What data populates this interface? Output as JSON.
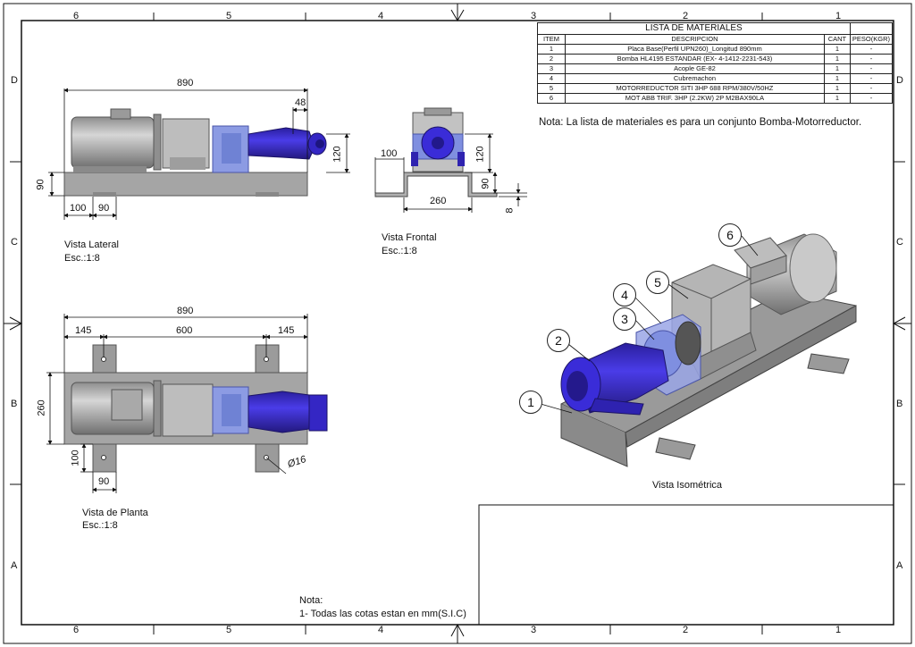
{
  "zones": {
    "columns": [
      "6",
      "5",
      "4",
      "3",
      "2",
      "1"
    ],
    "rows": [
      "D",
      "C",
      "B",
      "A"
    ]
  },
  "bom": {
    "title": "LISTA DE MATERIALES",
    "headers": [
      "ITEM",
      "DESCRIPCION",
      "CANT",
      "PESO(KGR)"
    ],
    "rows": [
      [
        "1",
        "Placa Base(Perfil UPN260)_Longitud 890mm",
        "1",
        "-"
      ],
      [
        "2",
        "Bomba HL4195 ESTANDAR (EX- 4-1412-2231-543)",
        "1",
        "-"
      ],
      [
        "3",
        "Acople GE-82",
        "1",
        "-"
      ],
      [
        "4",
        "Cubremachon",
        "1",
        "-"
      ],
      [
        "5",
        "MOTORREDUCTOR SITI 3HP 688 RPM/380V/50HZ",
        "1",
        "-"
      ],
      [
        "6",
        "MOT ABB TRIF. 3HP (2.2KW) 2P M2BAX90LA",
        "1",
        "-"
      ]
    ]
  },
  "note_bom": "Nota: La lista de materiales es para un conjunto Bomba-Motorreductor.",
  "views": {
    "lateral": {
      "title": "Vista Lateral",
      "scale": "Esc.:1:8"
    },
    "frontal": {
      "title": "Vista Frontal",
      "scale": "Esc.:1:8"
    },
    "planta": {
      "title": "Vista de Planta",
      "scale": "Esc.:1:8"
    },
    "iso": {
      "title": "Vista Isométrica"
    }
  },
  "dims": {
    "lat_890": "890",
    "lat_48": "48",
    "lat_120": "120",
    "lat_90": "90",
    "lat_100": "100",
    "lat_90b": "90",
    "fr_100": "100",
    "fr_120": "120",
    "fr_90": "90",
    "fr_260": "260",
    "fr_8": "8",
    "pl_890": "890",
    "pl_145a": "145",
    "pl_600": "600",
    "pl_145b": "145",
    "pl_260": "260",
    "pl_100": "100",
    "pl_90": "90",
    "pl_d16": "Ø16"
  },
  "callouts": [
    "1",
    "2",
    "3",
    "4",
    "5",
    "6"
  ],
  "note_bottom": {
    "title": "Nota:",
    "line1": "1- Todas las cotas estan en mm(S.I.C)"
  },
  "colors": {
    "pump": "#3d2fd6",
    "pump_dark": "#2a1f9e",
    "coupling": "#7f8fe0",
    "metal": "#a7a7a7",
    "metal_dark": "#7a7a7a",
    "motor": "#b9b9b9"
  }
}
